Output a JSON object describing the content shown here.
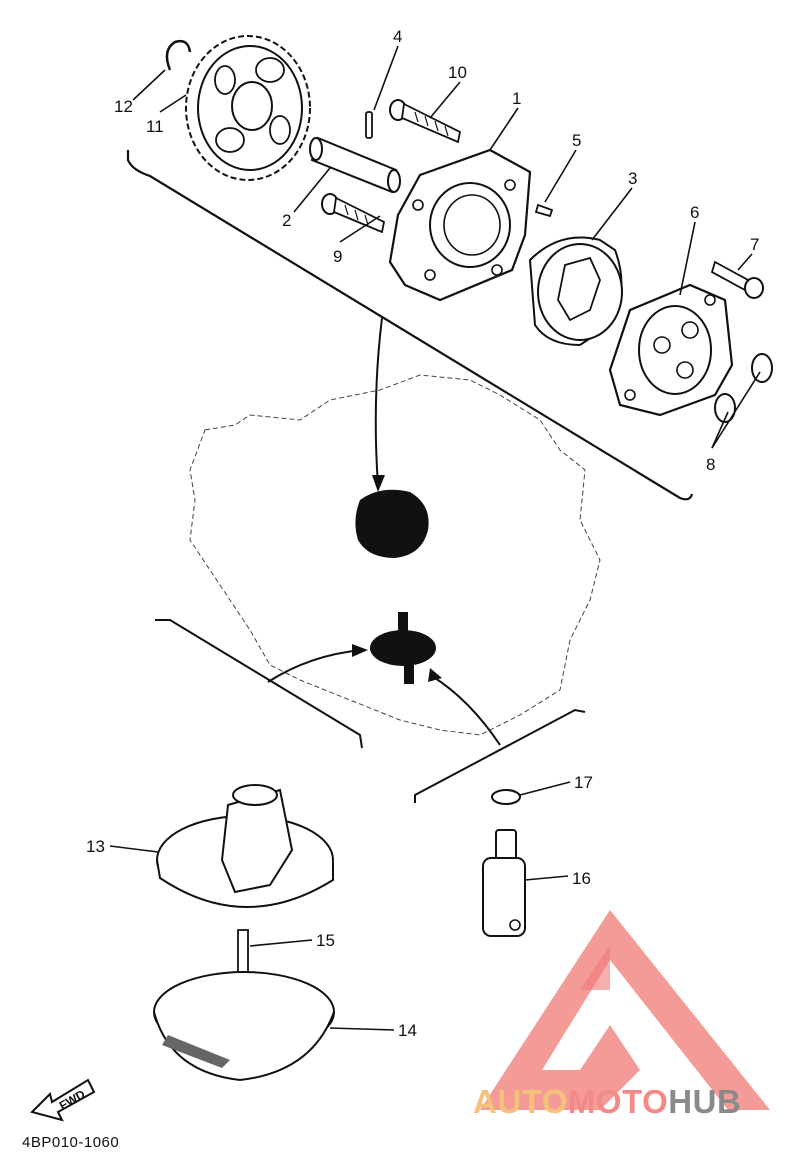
{
  "diagram": {
    "callouts": [
      "1",
      "2",
      "3",
      "4",
      "5",
      "6",
      "7",
      "8",
      "9",
      "10",
      "11",
      "12",
      "13",
      "14",
      "15",
      "16",
      "17"
    ],
    "part_code": "4BP010-1060",
    "fwd_label": "FWD"
  },
  "watermark": {
    "word_auto": "AUTO",
    "word_moto": "MOTO",
    "word_hub": "HUB",
    "colors": {
      "auto": "#f5c27c",
      "moto": "#f28b86",
      "hub": "#8a8a8a",
      "triangle": "#f07a76"
    }
  }
}
